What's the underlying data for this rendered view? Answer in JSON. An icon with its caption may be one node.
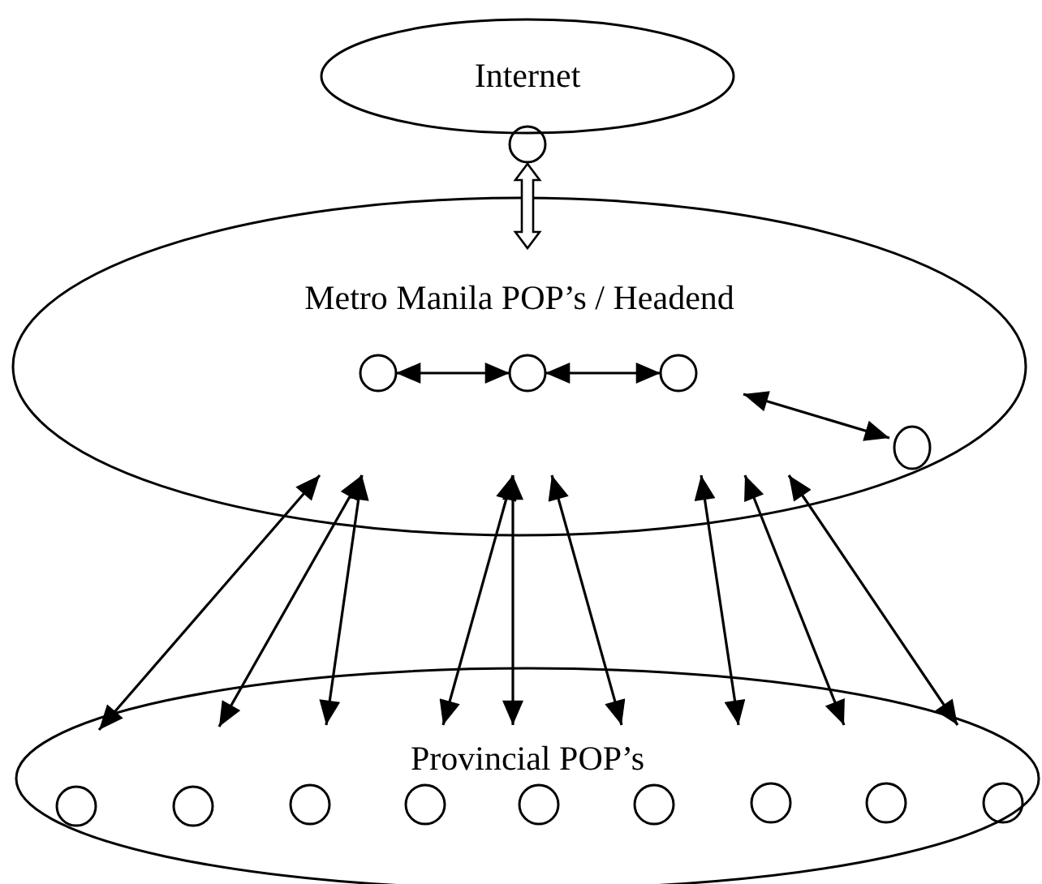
{
  "diagram": {
    "nodes": [
      {
        "text": [
          "Internet"
        ]
      },
      {
        "text": [],
        "shape": "circle"
      },
      {
        "text": [
          "Metro Manila POP’s / Headend"
        ]
      },
      {
        "text": [],
        "shape": "circle",
        "in": 2
      },
      {
        "text": [],
        "shape": "circle",
        "in": 2
      },
      {
        "text": [],
        "shape": "circle",
        "in": 2
      },
      {
        "text": [],
        "shape": "circle",
        "in": 2
      },
      {
        "text": [
          "Provincial POP’s"
        ]
      },
      {
        "text": [],
        "shape": "circle",
        "in": 7
      },
      {
        "text": [],
        "shape": "circle",
        "in": 7
      },
      {
        "text": [],
        "shape": "circle",
        "in": 7
      },
      {
        "text": [],
        "shape": "circle",
        "in": 7
      },
      {
        "text": [],
        "shape": "circle",
        "in": 7
      },
      {
        "text": [],
        "shape": "circle",
        "in": 7
      },
      {
        "text": [],
        "shape": "circle",
        "in": 7
      },
      {
        "text": [],
        "shape": "circle",
        "in": 7
      },
      {
        "text": [],
        "shape": "circle",
        "in": 7
      }
    ],
    "edges": [
      {
        "from": 1,
        "to": 2,
        "arrow": "both",
        "style": "thick"
      },
      {
        "from": 3,
        "to": 4,
        "arrow": "both"
      },
      {
        "from": 4,
        "to": 5,
        "arrow": "both"
      },
      {
        "from": 5,
        "to": 6,
        "arrow": "both"
      },
      {
        "from": 2,
        "to": 7,
        "arrow": "both"
      },
      {
        "from": 2,
        "to": 7,
        "arrow": "both"
      },
      {
        "from": 2,
        "to": 7,
        "arrow": "both"
      },
      {
        "from": 2,
        "to": 7,
        "arrow": "both"
      },
      {
        "from": 2,
        "to": 7,
        "arrow": "both"
      },
      {
        "from": 2,
        "to": 7,
        "arrow": "both"
      },
      {
        "from": 2,
        "to": 7,
        "arrow": "both"
      },
      {
        "from": 2,
        "to": 7,
        "arrow": "both"
      },
      {
        "from": 2,
        "to": 7,
        "arrow": "both"
      }
    ]
  }
}
